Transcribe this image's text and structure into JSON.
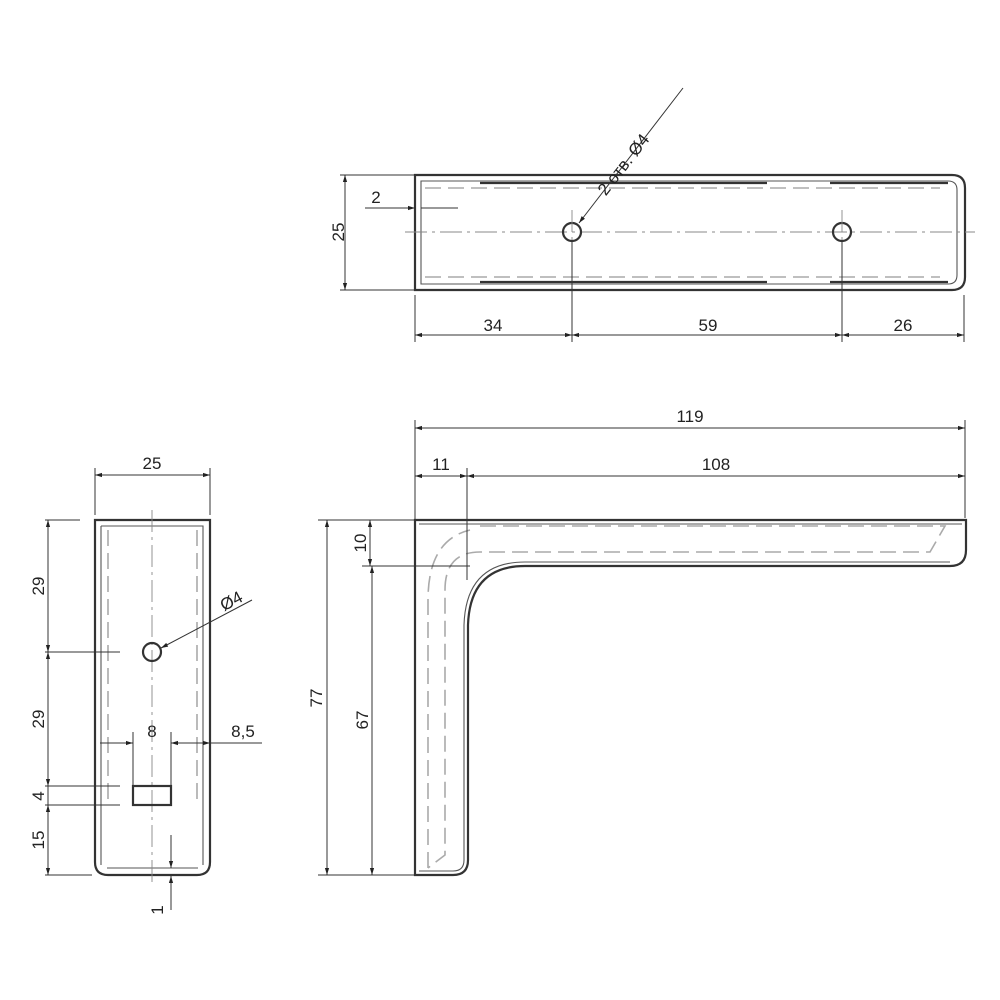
{
  "top_view": {
    "dim_width": "25",
    "dim_wall": "2",
    "dim_hole1": "34",
    "dim_between": "59",
    "dim_end": "26",
    "hole_note": "2 отв. Ø4"
  },
  "front_view": {
    "dim_total_length": "119",
    "dim_thickness": "11",
    "dim_arm": "108",
    "dim_flange": "10",
    "dim_inner_height": "67",
    "dim_total_height": "77"
  },
  "side_view": {
    "dim_width": "25",
    "dim_upper": "29",
    "dim_middle": "29",
    "dim_slot_height": "4",
    "dim_bottom": "15",
    "dim_slot_width": "8",
    "dim_slot_offset": "8,5",
    "dim_wall": "1",
    "hole_note": "Ø4"
  },
  "colors": {
    "line": "#333333",
    "hidden": "#aaaaaa"
  }
}
